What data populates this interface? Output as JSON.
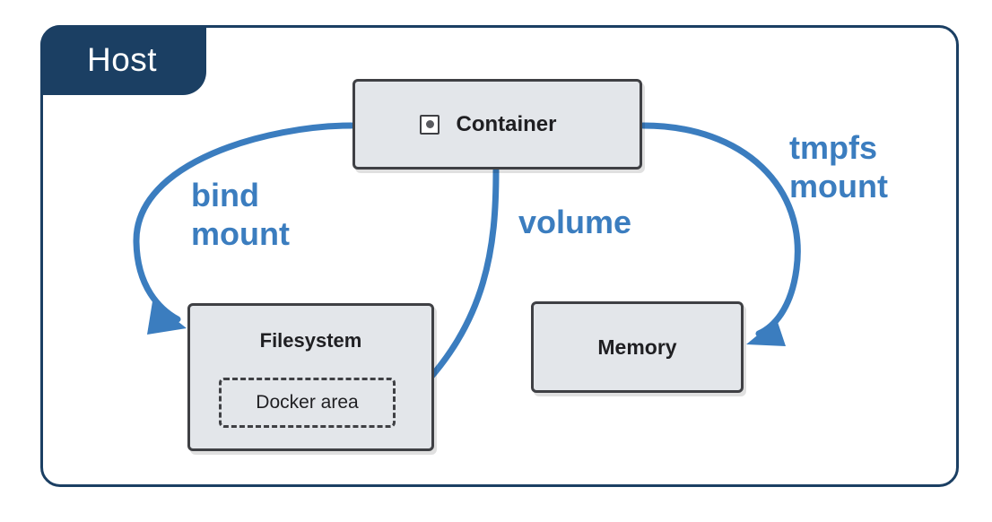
{
  "host": {
    "label": "Host"
  },
  "nodes": {
    "container": {
      "label": "Container",
      "icon": "container-icon"
    },
    "filesystem": {
      "label": "Filesystem"
    },
    "docker_area": {
      "label": "Docker area"
    },
    "memory": {
      "label": "Memory"
    }
  },
  "edges": {
    "bind_mount": {
      "label": "bind\nmount",
      "from": "Container",
      "to": "Filesystem"
    },
    "volume": {
      "label": "volume",
      "from": "Container",
      "to": "Docker area"
    },
    "tmpfs_mount": {
      "label": "tmpfs\nmount",
      "from": "Container",
      "to": "Memory"
    }
  },
  "colors": {
    "host_frame": "#1b3f63",
    "arrow": "#3b7dbf",
    "box_fill": "#e3e6ea",
    "box_border": "#3f4044"
  }
}
